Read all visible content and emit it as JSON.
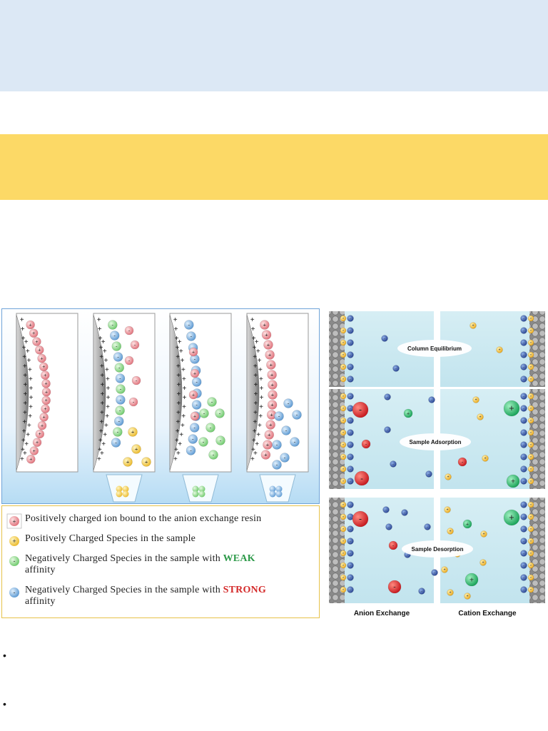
{
  "bands": {
    "blue": "#dce8f5",
    "yellow": "#fcd966"
  },
  "left_figure": {
    "legend": {
      "item1": "Positively charged ion bound to the anion exchange resin",
      "item2": "Positively Charged Species in the sample",
      "item3_pre": "Negatively Charged Species in the sample with",
      "item3_em": "WEAK",
      "item3_post": "affinity",
      "item4_pre": "Negatively Charged Species in the sample with",
      "item4_em": "STRONG",
      "item4_post": "affinity"
    },
    "colors": {
      "bound_ion": "#e8868c",
      "positive_species": "#f2c733",
      "weak_negative": "#7fd07a",
      "strong_negative": "#6aa5d8"
    }
  },
  "right_figure": {
    "row_labels": [
      "Column Equilibrium",
      "Sample Adsorption",
      "Sample Desorption"
    ],
    "column_labels": [
      "Anion Exchange",
      "Cation Exchange"
    ]
  },
  "bullets": [
    "•",
    "•"
  ]
}
